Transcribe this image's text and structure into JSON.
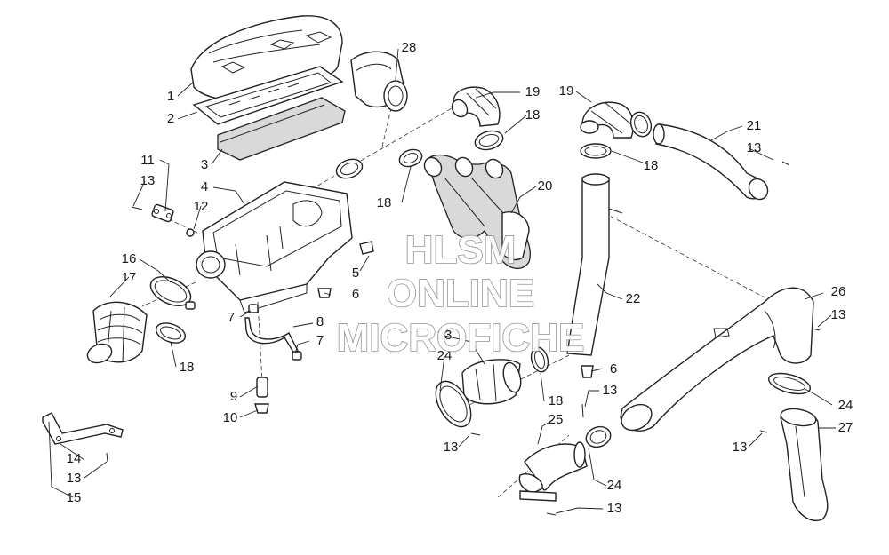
{
  "watermark": {
    "line1": "HLSM",
    "line2": "ONLINE",
    "line3": "MICROFICHE"
  },
  "callouts": {
    "c1": "1",
    "c2": "2",
    "c3": "3",
    "c4": "4",
    "c5": "5",
    "c6a": "6",
    "c6b": "6",
    "c7a": "7",
    "c7b": "7",
    "c8": "8",
    "c9": "9",
    "c10": "10",
    "c11": "11",
    "c12": "12",
    "c13a": "13",
    "c13b": "13",
    "c13c": "13",
    "c13d": "13",
    "c13e": "13",
    "c13f": "13",
    "c13g": "13",
    "c13h": "13",
    "c14": "14",
    "c15": "15",
    "c16": "16",
    "c17": "17",
    "c18a": "18",
    "c18b": "18",
    "c18c": "18",
    "c18d": "18",
    "c18e": "18",
    "c19a": "19",
    "c19b": "19",
    "c20": "20",
    "c21": "21",
    "c22": "22",
    "c23": "23",
    "c24a": "24",
    "c24b": "24",
    "c24c": "24",
    "c25": "25",
    "c26": "26",
    "c27": "27",
    "c28": "28"
  }
}
